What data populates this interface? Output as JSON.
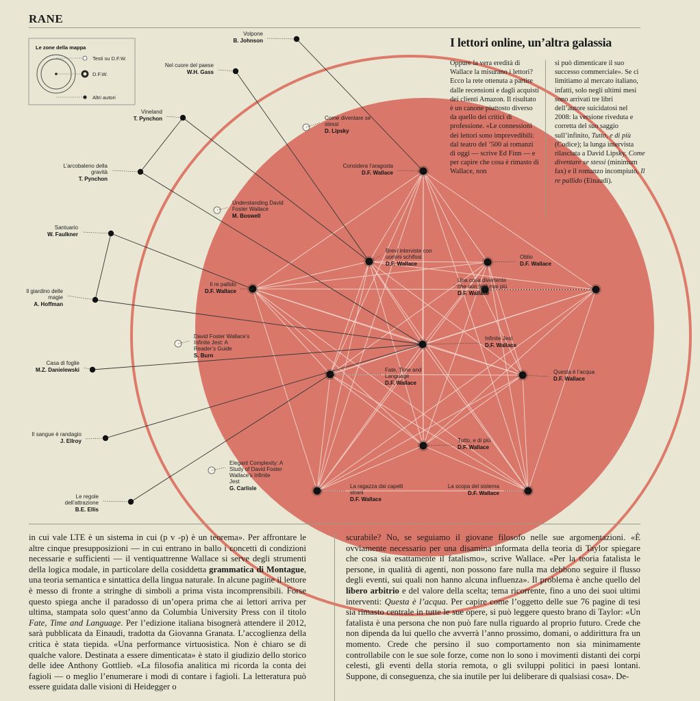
{
  "section_label": "RANE",
  "headline": "I lettori online, un’altra galassia",
  "legend": {
    "title": "Le zone della mappa",
    "items": [
      {
        "label": "Testi su D.F.W."
      },
      {
        "label": "D.F.W."
      },
      {
        "label": "Altri autori"
      }
    ]
  },
  "colors": {
    "background": "#e9e7d4",
    "disc": "#d9786a",
    "ring": "#dd7b6b",
    "edge_inner": "#f6dcd3",
    "edge_outer": "#333333"
  },
  "nodes": [
    {
      "id": "considera",
      "title": "Considera l’aragosta",
      "author": "D.F. Wallace",
      "group": "dfw"
    },
    {
      "id": "brevi",
      "title": "Brevi interviste con uomini schifosi",
      "author": "D.F. Wallace",
      "group": "dfw"
    },
    {
      "id": "oblio",
      "title": "Oblio",
      "author": "D.F. Wallace",
      "group": "dfw"
    },
    {
      "id": "repallido",
      "title": "Il re pallido",
      "author": "D.F. Wallace",
      "group": "dfw"
    },
    {
      "id": "cosadivertente",
      "title": "Una cosa divertente che non farò mai più",
      "author": "D.F. Wallace",
      "group": "dfw"
    },
    {
      "id": "infinitejest",
      "title": "Infinite Jest",
      "author": "D.F. Wallace",
      "group": "dfw"
    },
    {
      "id": "fate",
      "title": "Fate, Time and Language",
      "author": "D.F. Wallace",
      "group": "dfw"
    },
    {
      "id": "acqua",
      "title": "Questa è l’acqua",
      "author": "D.F. Wallace",
      "group": "dfw"
    },
    {
      "id": "tutto",
      "title": "Tutto, e di più",
      "author": "D.F. Wallace",
      "group": "dfw"
    },
    {
      "id": "ragazza",
      "title": "La ragazza dai capelli strani",
      "author": "D.F. Wallace",
      "group": "dfw"
    },
    {
      "id": "scopa",
      "title": "La scopa del sistema",
      "author": "D.F. Wallace",
      "group": "dfw"
    },
    {
      "id": "eastnode",
      "title": "",
      "author": "",
      "group": "dfw"
    },
    {
      "id": "volpone",
      "title": "Volpone",
      "author": "B. Johnson",
      "group": "other"
    },
    {
      "id": "cuore",
      "title": "Nel cuore del paese",
      "author": "W.H. Gass",
      "group": "other"
    },
    {
      "id": "vineland",
      "title": "Vineland",
      "author": "T. Pynchon",
      "group": "other"
    },
    {
      "id": "arcobaleno",
      "title": "L’arcobaleno della gravità",
      "author": "T. Pynchon",
      "group": "other"
    },
    {
      "id": "santuario",
      "title": "Santuario",
      "author": "W. Faulkner",
      "group": "other"
    },
    {
      "id": "giardino",
      "title": "Il giardino delle magie",
      "author": "A. Hoffman",
      "group": "other"
    },
    {
      "id": "casa",
      "title": "Casa di foglie",
      "author": "M.Z. Danielewski",
      "group": "other"
    },
    {
      "id": "sangue",
      "title": "Il sangue è randagio",
      "author": "J. Ellroy",
      "group": "other"
    },
    {
      "id": "regole",
      "title": "Le regole dell’attrazione",
      "author": "B.E. Ellis",
      "group": "other"
    },
    {
      "id": "comediventare",
      "title": "Come diventare se stessi",
      "author": "D. Lipsky",
      "group": "about"
    },
    {
      "id": "understanding",
      "title": "Understanding David Foster Wallace",
      "author": "M. Boswell",
      "group": "about"
    },
    {
      "id": "readersguide",
      "title": "David Foster Wallace’s Infinite Jest: A Reader’s Guide",
      "author": "S. Burn",
      "group": "about"
    },
    {
      "id": "elegant",
      "title": "Elegant Complexity: A Study of David Foster Wallace’s Infinite Jest",
      "author": "G. Carlisle",
      "group": "about"
    }
  ],
  "sidebar": {
    "col_a": "Oppure la vera eredità di Wallace la misurano i lettori? Ecco la rete ottenuta a partire dalle recensioni e dagli acquisti dei clienti Amazon. Il risultato è un canone piuttosto diverso da quello dei critici di professione. «Le connessioni dei lettori sono imprevedibili: dal teatro del ’500 ai romanzi di oggi — scrive Ed Finn — e per capire che cosa è rimasto di Wallace, non",
    "col_b_1": "si può dimenticare il suo successo commerciale». Se ci limitiamo al mercato italiano, infatti, solo negli ultimi mesi sono arrivati tre libri dell’autore suicidatosi nel 2008: la versione riveduta e corretta del suo saggio sull’infinito, ",
    "col_b_em1": "Tutto, e di più",
    "col_b_2": " (Codice); la lunga intervista rilasciata a David Lipsky, ",
    "col_b_em2": "Come diventare se stessi",
    "col_b_3": " (minimum fax) e il romanzo incompiuto, ",
    "col_b_em3": "Il re pallido",
    "col_b_4": " (Einaudi)."
  },
  "body": {
    "left_1": "in cui vale LTE è un sistema in cui (p v -p) è un teorema». Per affrontare le altre cinque presupposizioni — in cui entrano in ballo i concetti di condizioni necessarie e sufficienti — il ventiquattrenne Wallace si serve degli strumenti della logica modale, in particolare della cosiddetta ",
    "left_b1": "grammatica di Montague",
    "left_2": ", una teoria semantica e sintattica della lingua naturale. In alcune pagine il lettore è messo di fronte a stringhe di simboli a prima vista incomprensibili. Forse questo spiega anche il paradosso di un’opera prima che ai lettori arriva per ultima, stampata solo quest’anno da Columbia University Press con il titolo ",
    "left_em1": "Fate, Time and Language",
    "left_3": ". Per l’edizione italiana bisognerà attendere il 2012, sarà pubblicata da Einaudi, tradotta da Giovanna Granata. L’accoglienza della critica è stata tiepida. «Una performance virtuosistica. Non è chiaro se di qualche valore. Destinata a essere dimenticata» è stato il giudizio dello storico delle idee Anthony Gottlieb. «La filosofia analitica mi ricorda la conta dei fagioli — o meglio l’enumerare i modi di contare i fagioli. La letteratura può essere guidata dalle visioni di Heidegger o",
    "right_1": "scurabile? No, se seguiamo il giovane filosofo nelle sue argomentazioni. «È ovviamente necessario per una disamina informata della teoria di Taylor spiegare che cosa sia esattamente il fatalismo», scrive Wallace. «Per la teoria fatalista le persone, in qualità di agenti, non possono fare nulla ma debbono seguire il flusso degli eventi, sui quali non hanno alcuna influenza». Il problema è anche quello del ",
    "right_b1": "libero arbitrio",
    "right_2": " e del valore della scelta; tema ricorrente, fino a uno dei suoi ultimi interventi: ",
    "right_em1": "Questa è l’acqua",
    "right_3": ". Per capire come l’oggetto delle sue 76 pagine di tesi sia rimasto centrale in tutte le sue opere, si può leggere questo brano di Taylor: «Un fatalista è una persona che non può fare nulla riguardo al proprio futuro. Crede che non dipenda da lui quello che avverrà l’anno prossimo, domani, o addirittura fra un momento. Crede che persino il suo comportamento non sia minimamente controllabile con le sue sole forze, come non lo sono i movimenti distanti dei corpi celesti, gli eventi della storia remota, o gli sviluppi politici in paesi lontani. Suppone, di conseguenza, che sia inutile per lui deliberare di qualsiasi cosa». De-"
  }
}
